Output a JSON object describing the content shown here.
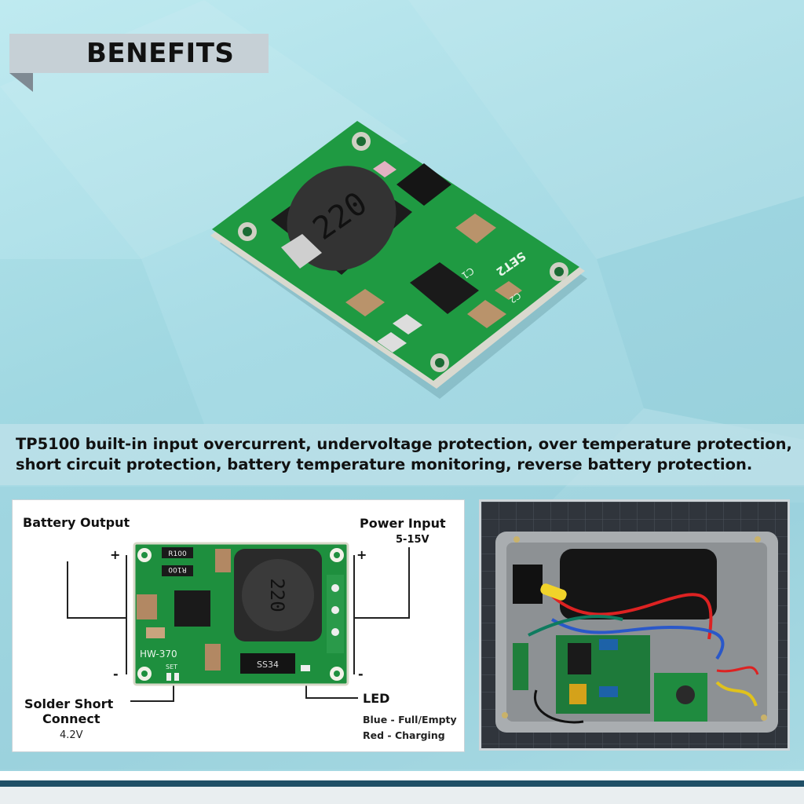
{
  "header": {
    "title": "BENEFITS"
  },
  "description": {
    "line1": "TP5100 built-in input overcurrent, undervoltage protection, over temperature protection,",
    "line2": "short circuit protection, battery temperature monitoring, reverse battery protection."
  },
  "board_hero": {
    "inductor_label": "220",
    "set_label": "SET2",
    "c_label": "C1",
    "c2_label": "C2"
  },
  "diagram": {
    "battery_output": "Battery Output",
    "power_input": "Power Input",
    "power_range": "5-15V",
    "plus_left": "+",
    "plus_right": "+",
    "minus_left": "-",
    "minus_right": "-",
    "solder_short_line1": "Solder Short",
    "solder_short_line2": "Connect",
    "voltage": "4.2V",
    "led": "LED",
    "led_blue": "Blue - Full/Empty",
    "led_red": "Red - Charging",
    "board_model": "HW-370",
    "inductor_label": "220",
    "r100": "R100",
    "r100b": "R100",
    "ss34": "SS34",
    "set": "SET"
  },
  "colors": {
    "pcb_green": "#1f8a3a",
    "inductor": "#2b2b2b",
    "background": "#a9dde6"
  }
}
